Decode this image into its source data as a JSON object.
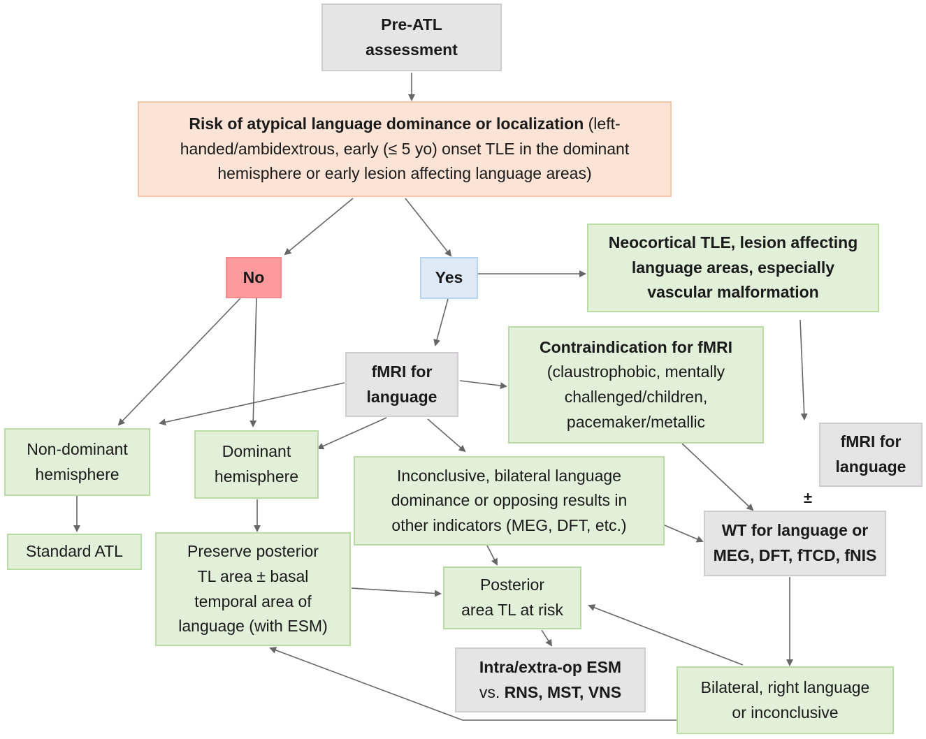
{
  "nodes": {
    "pre_atl": {
      "line1": "Pre-ATL",
      "line2": "assessment"
    },
    "risk": {
      "lead": "Risk of atypical language dominance or localization",
      "rest1": " (left-",
      "line2": "handed/ambidextrous, early (≤ 5 yo) onset TLE in the dominant",
      "line3": "hemisphere or early lesion affecting language areas)"
    },
    "no": {
      "label": "No"
    },
    "yes": {
      "label": "Yes"
    },
    "neocortical": {
      "line1": "Neocortical TLE, lesion affecting",
      "line2": "language areas, especially",
      "line3": "vascular malformation"
    },
    "fmri_center": {
      "line1": "fMRI for",
      "line2": "language"
    },
    "contraindication": {
      "line1": "Contraindication for fMRI",
      "line2": "(claustrophobic, mentally",
      "line3": "challenged/children,",
      "line4": "pacemaker/metallic"
    },
    "fmri_right": {
      "line1": "fMRI for",
      "line2": "language"
    },
    "plus_minus": "±",
    "non_dominant": {
      "line1": "Non-dominant",
      "line2": "hemisphere"
    },
    "dominant": {
      "line1": "Dominant",
      "line2": "hemisphere"
    },
    "inconclusive": {
      "line1": "Inconclusive, bilateral language",
      "line2": "dominance or opposing results in",
      "line3": "other indicators (MEG, DFT, etc.)"
    },
    "wt": {
      "line1": "WT for language or",
      "line2": "MEG, DFT, fTCD, fNIS"
    },
    "standard_atl": {
      "label": "Standard ATL"
    },
    "preserve": {
      "line1": "Preserve posterior",
      "line2": "TL area ± basal",
      "line3": "temporal area of",
      "line4": "language (with ESM)"
    },
    "posterior": {
      "line1": "Posterior",
      "line2": "area TL at risk"
    },
    "esm": {
      "line1": "Intra/extra-op ESM",
      "line2_plain": "vs. ",
      "line2_bold": "RNS, MST, VNS"
    },
    "bilateral": {
      "line1": "Bilateral, right language",
      "line2": "or inconclusive"
    }
  },
  "colors": {
    "gray": "#e6e5e6",
    "orange": "#fbe4d5",
    "red": "#fb9a9c",
    "blue": "#deebf7",
    "green": "#e2efd9",
    "arrow": "#666666"
  }
}
